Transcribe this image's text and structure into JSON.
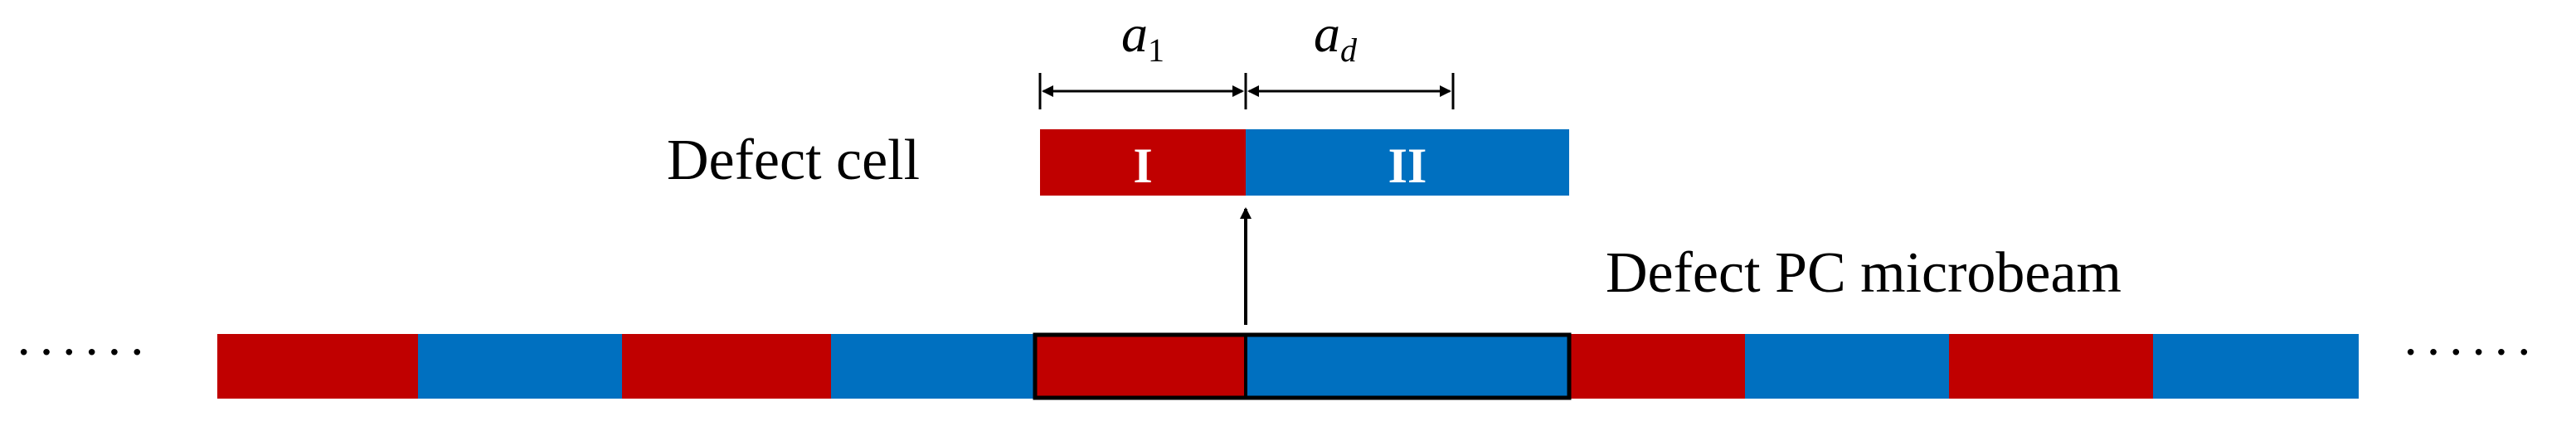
{
  "colors": {
    "material_1": "#C00000",
    "material_2": "#0070C0",
    "outline": "#000000",
    "background": "#FFFFFF"
  },
  "labels": {
    "defect_cell": "Defect cell",
    "defect_microbeam": "Defect PC microbeam",
    "segment_1": "I",
    "segment_2": "II",
    "dim_1_main": "a",
    "dim_1_sub": "1",
    "dim_2_main": "a",
    "dim_2_sub": "d",
    "ellipsis_left": "······",
    "ellipsis_right": "······"
  },
  "microbeam": {
    "segments": [
      "material_1",
      "material_2",
      "material_1",
      "material_2",
      "material_1",
      "material_2",
      "material_1",
      "material_2",
      "material_1",
      "material_2"
    ],
    "highlighted_segments": [
      4,
      5
    ]
  },
  "defect_cell": {
    "segments": [
      "material_1",
      "material_2"
    ]
  },
  "icons": {
    "dimension_arrows": "double-headed-arrow",
    "pointer": "up-arrow"
  }
}
